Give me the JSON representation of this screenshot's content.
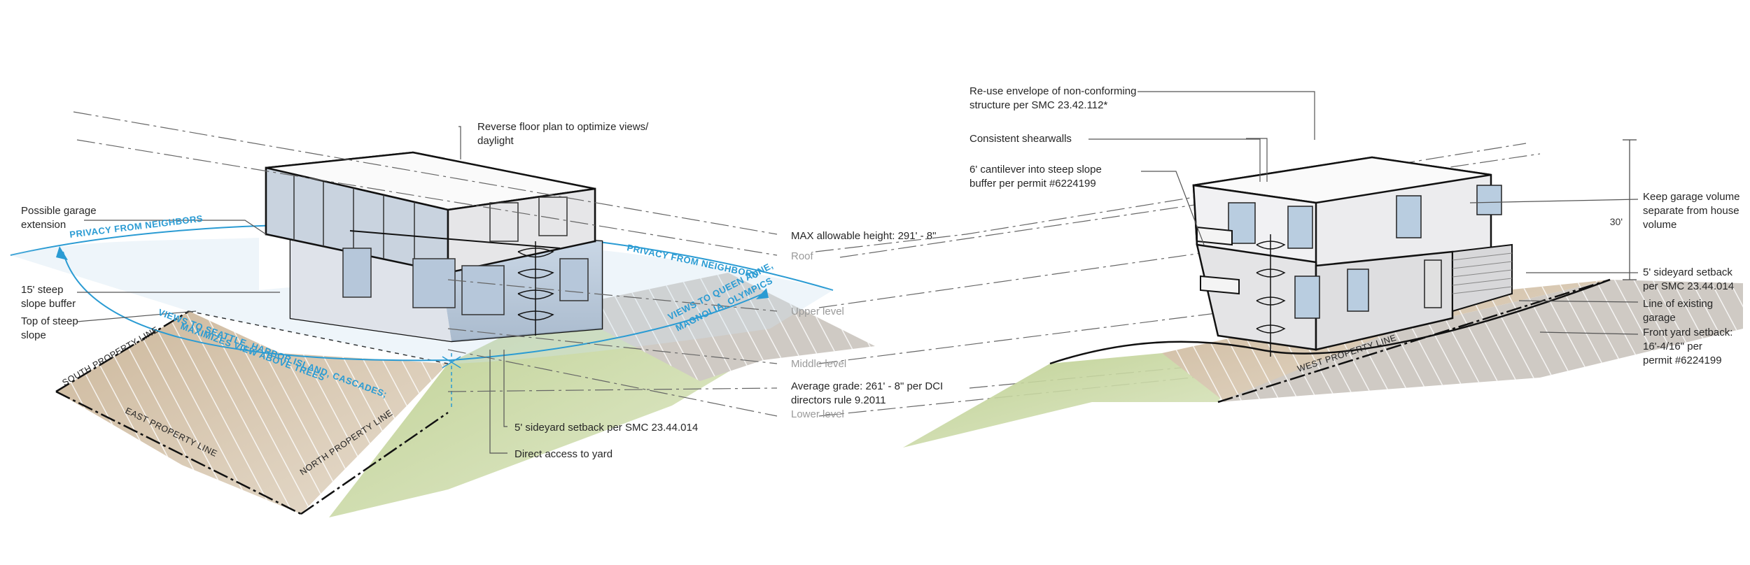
{
  "left_annotations": {
    "reverse_floor": "Reverse floor plan to optimize views/",
    "reverse_floor_2": "daylight",
    "garage_ext": "Possible garage",
    "garage_ext_2": "extension",
    "slope_buffer": "15' steep",
    "slope_buffer_2": "slope buffer",
    "steep_top": "Top of steep",
    "steep_top_2": "slope",
    "sideyard": "5' sideyard setback per SMC 23.44.014",
    "yard_access": "Direct access to yard"
  },
  "center_annotations": {
    "max_height": "MAX allowable height: 291' - 8\"",
    "roof": "Roof",
    "upper": "Upper level",
    "middle": "Middle level",
    "avg_grade": "Average grade: 261' - 8\" per DCI",
    "avg_grade_2": "directors rule 9.2011",
    "lower": "Lower level"
  },
  "right_annotations": {
    "reuse": "Re-use envelope of non-conforming",
    "reuse_2": "structure per SMC 23.42.112*",
    "shearwalls": "Consistent shearwalls",
    "cantilever": "6' cantilever into steep slope",
    "cantilever_2": "buffer per permit #6224199",
    "garage_volume": "Keep garage volume",
    "garage_volume_2": "separate from house",
    "garage_volume_3": "volume",
    "dim_30": "30'",
    "sideyard_r": "5' sideyard setback",
    "sideyard_r_2": "per SMC 23.44.014",
    "existing_garage": "Line of existing",
    "existing_garage_2": "garage",
    "front_yard": "Front yard setback:",
    "front_yard_2": "16'-4/16\" per",
    "front_yard_3": "permit #6224199"
  },
  "diagram_labels": {
    "privacy_left": "PRIVACY FROM NEIGHBORS",
    "privacy_right": "PRIVACY FROM NEIGHBORS",
    "views_seattle": "VIEWS TO SEATTLE, HARBOR ISLAND, CASCADES;",
    "views_trees": "MAXIMIZES VIEW ABOVE TREES",
    "views_queen": "VIEWS TO QUEEN ANNE,",
    "views_magnolia": "MAGNOLIA, OLYMPICS",
    "south_line": "SOUTH PROPERTY LINE",
    "east_line": "EAST PROPERTY LINE",
    "north_line": "NORTH PROPERTY LINE",
    "west_line": "WEST PROPERTY LINE"
  },
  "colors": {
    "view_blue": "#2a9bd3",
    "ground_tan": "#d8c9b4",
    "ground_green": "#a9c27d",
    "ground_gray": "#cfcac4",
    "glass": "#b9cde0",
    "wall": "#e6e6e8"
  }
}
